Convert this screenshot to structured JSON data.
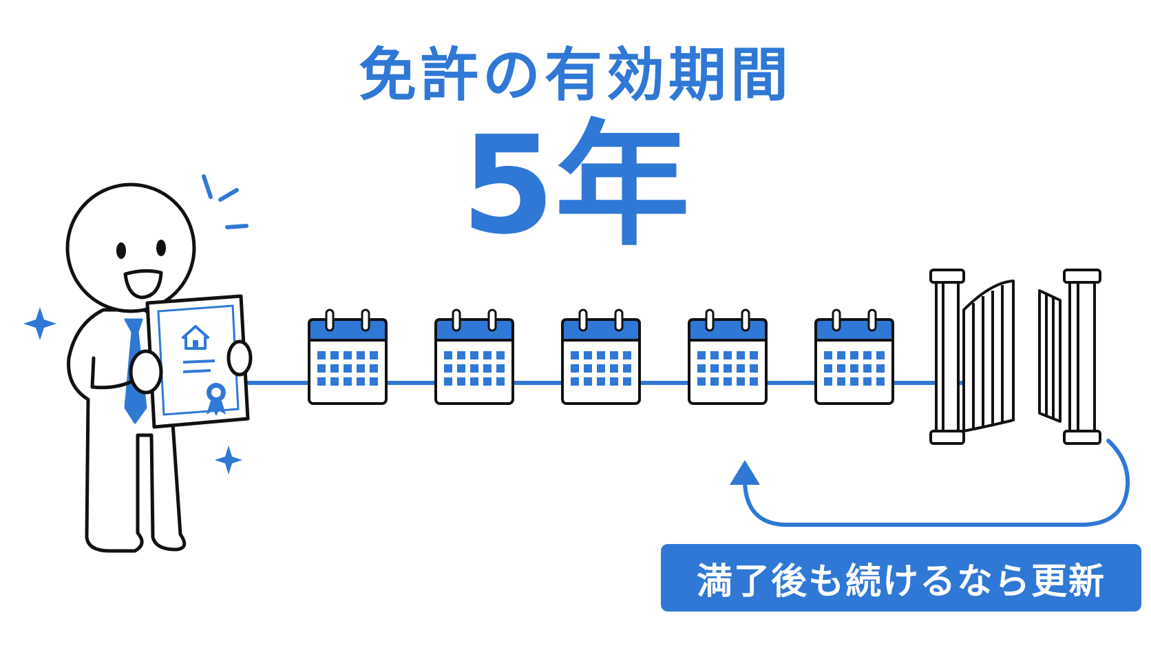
{
  "title": "免許の有効期間",
  "period": "5年",
  "renew_label": "満了後も続けるなら更新",
  "calendar_count": 5,
  "colors": {
    "accent": "#2f78d5",
    "ink": "#111111",
    "paper": "#ffffff"
  },
  "icons": [
    "person-icon",
    "certificate-icon",
    "calendar-icon",
    "gate-icon",
    "return-arrow-icon",
    "sparkle-icon"
  ]
}
